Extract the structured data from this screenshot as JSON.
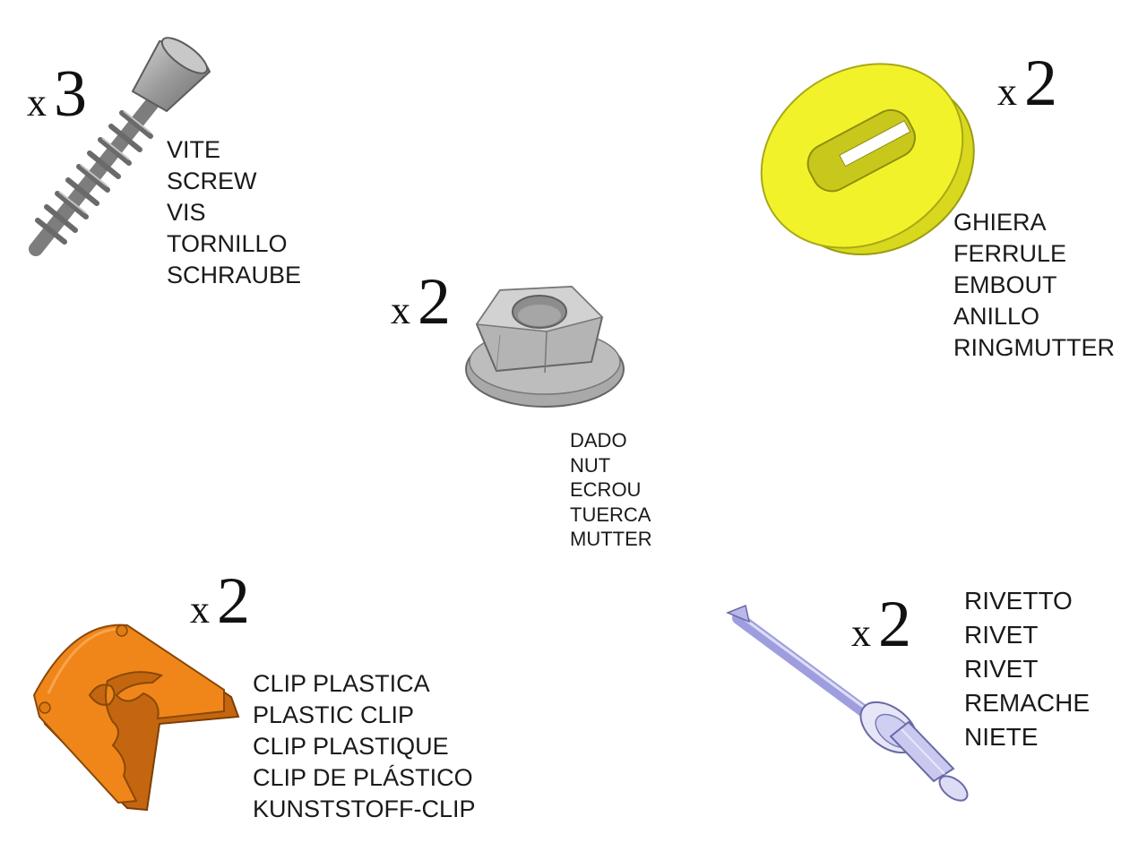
{
  "parts": {
    "screw": {
      "qty_prefix": "x",
      "qty": "3",
      "labels": [
        "VITE",
        "SCREW",
        "VIS",
        "TORNILLO",
        "SCHRAUBE"
      ],
      "icon": "screw-icon",
      "color": "#8f8f8f"
    },
    "nut": {
      "qty_prefix": "x",
      "qty": "2",
      "labels": [
        "DADO",
        "NUT",
        "ECROU",
        "TUERCA",
        "MUTTER"
      ],
      "icon": "flange-nut-icon",
      "color": "#a9a9a9"
    },
    "ferrule": {
      "qty_prefix": "x",
      "qty": "2",
      "labels": [
        "GHIERA",
        "FERRULE",
        "EMBOUT",
        "ANILLO",
        "RINGMUTTER"
      ],
      "icon": "ferrule-icon",
      "color": "#f2f22a"
    },
    "clip": {
      "qty_prefix": "x",
      "qty": "2",
      "labels": [
        "CLIP PLASTICA",
        "PLASTIC CLIP",
        "CLIP PLASTIQUE",
        "CLIP DE PLÁSTICO",
        "KUNSTSTOFF-CLIP"
      ],
      "icon": "plastic-clip-icon",
      "color": "#f0861a"
    },
    "rivet": {
      "qty_prefix": "x",
      "qty": "2",
      "labels": [
        "RIVETTO",
        "RIVET",
        "RIVET",
        "REMACHE",
        "NIETE"
      ],
      "icon": "rivet-icon",
      "color": "#c9c9ef"
    }
  }
}
